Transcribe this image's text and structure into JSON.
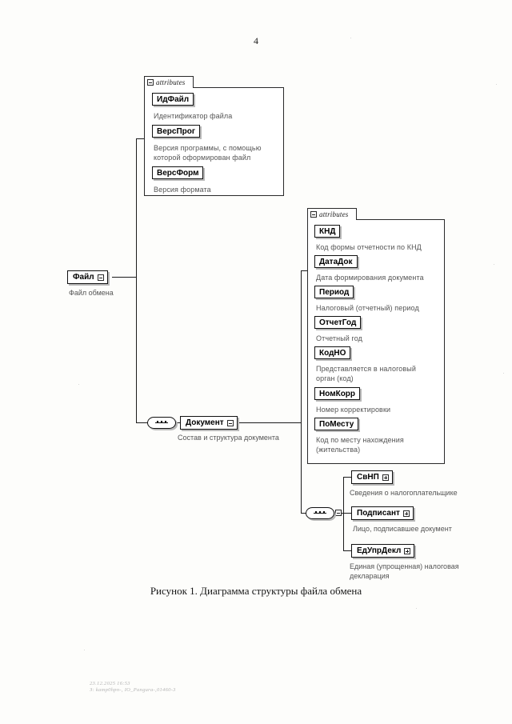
{
  "page": {
    "number": "4",
    "figure_caption": "Рисунок 1. Диаграмма структуры файла обмена",
    "footer": "23.12.2025 16:53\nЗ: kamp0hpn-, IO_Pangura-,01460-3"
  },
  "diagram": {
    "type": "xsd-schema-tree",
    "attributes_tab_label": "attributes",
    "root": {
      "name": "Файл",
      "caption": "Файл обмена",
      "toggle": "minus"
    },
    "file_attributes": [
      {
        "name": "ИдФайл",
        "desc": "Идентификатор файла"
      },
      {
        "name": "ВерсПрог",
        "desc": "Версия программы, с помощью\nкоторой оформирован файл"
      },
      {
        "name": "ВерсФорм",
        "desc": "Версия формата"
      }
    ],
    "document": {
      "name": "Документ",
      "caption": "Состав и структура документа",
      "toggle": "minus"
    },
    "document_attributes": [
      {
        "name": "КНД",
        "desc": "Код формы отчетности по КНД"
      },
      {
        "name": "ДатаДок",
        "desc": "Дата формирования документа"
      },
      {
        "name": "Период",
        "desc": "Налоговый (отчетный) период"
      },
      {
        "name": "ОтчетГод",
        "desc": "Отчетный год"
      },
      {
        "name": "КодНО",
        "desc": "Представляется в налоговый\nорган (код)"
      },
      {
        "name": "НомКорр",
        "desc": "Номер корректировки"
      },
      {
        "name": "ПоМесту",
        "desc": "Код по месту нахождения\n(жительства)"
      }
    ],
    "document_children": [
      {
        "name": "СвНП",
        "desc": "Сведения о налогоплательщике",
        "toggle": "plus"
      },
      {
        "name": "Подписант",
        "desc": "Лицо, подписавшее документ",
        "toggle": "plus"
      },
      {
        "name": "ЕдУпрДекл",
        "desc": "Единая (упрощенная) налоговая\nдекларация",
        "toggle": "plus"
      }
    ]
  }
}
